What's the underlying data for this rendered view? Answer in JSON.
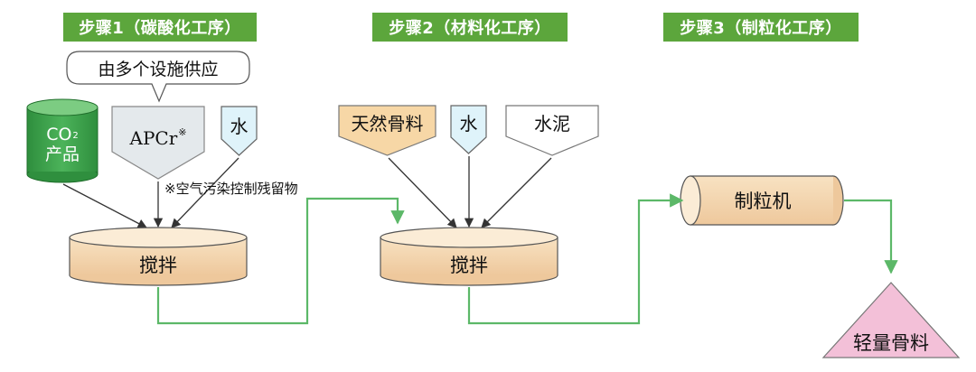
{
  "steps": [
    {
      "label": "步骤1（碳酸化工序）"
    },
    {
      "label": "步骤2（材料化工序）"
    },
    {
      "label": "步骤3（制粒化工序）"
    }
  ],
  "step1": {
    "callout": "由多个设施供应",
    "co2_top": "CO",
    "co2_sub": "2",
    "co2_bottom": "产品",
    "apcr": "APCr",
    "apcr_mark": "※",
    "water": "水",
    "note": "※空气污染控制残留物",
    "mixer": "搅拌"
  },
  "step2": {
    "aggregate": "天然骨料",
    "water": "水",
    "cement": "水泥",
    "mixer": "搅拌"
  },
  "step3": {
    "granulator": "制粒机",
    "product": "轻量骨料"
  },
  "colors": {
    "header_green": "#5ca63c",
    "flow_green": "#5cb868",
    "cylinder_green": "#3aa14a",
    "peach": "#f5d9b0",
    "light_blue": "#dff3fa",
    "gray_box": "#e4e9ec",
    "pink": "#f3c0d8"
  }
}
